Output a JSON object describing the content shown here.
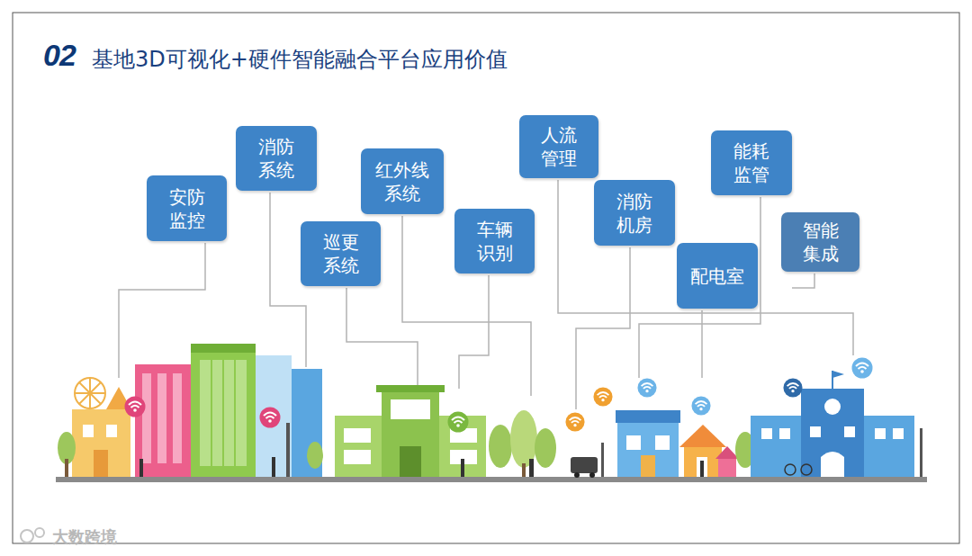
{
  "diagram": {
    "title": "基地3D可视化+硬件智能融合平台应用价值",
    "nodes": [
      {
        "text": [
          "安防 监控"
        ]
      },
      {
        "text": [
          "消防 系统"
        ]
      },
      {
        "text": [
          "巡更 系统"
        ]
      },
      {
        "text": [
          "红外线 系统"
        ]
      },
      {
        "text": [
          "车辆 识别"
        ]
      },
      {
        "text": [
          "人流 管理"
        ]
      },
      {
        "text": [
          "消防 机房"
        ]
      },
      {
        "text": [
          "配电室"
        ]
      },
      {
        "text": [
          "能耗 监管"
        ]
      },
      {
        "text": [
          "智能 集成"
        ]
      }
    ],
    "labels": [
      "02",
      "大数跨境"
    ]
  }
}
